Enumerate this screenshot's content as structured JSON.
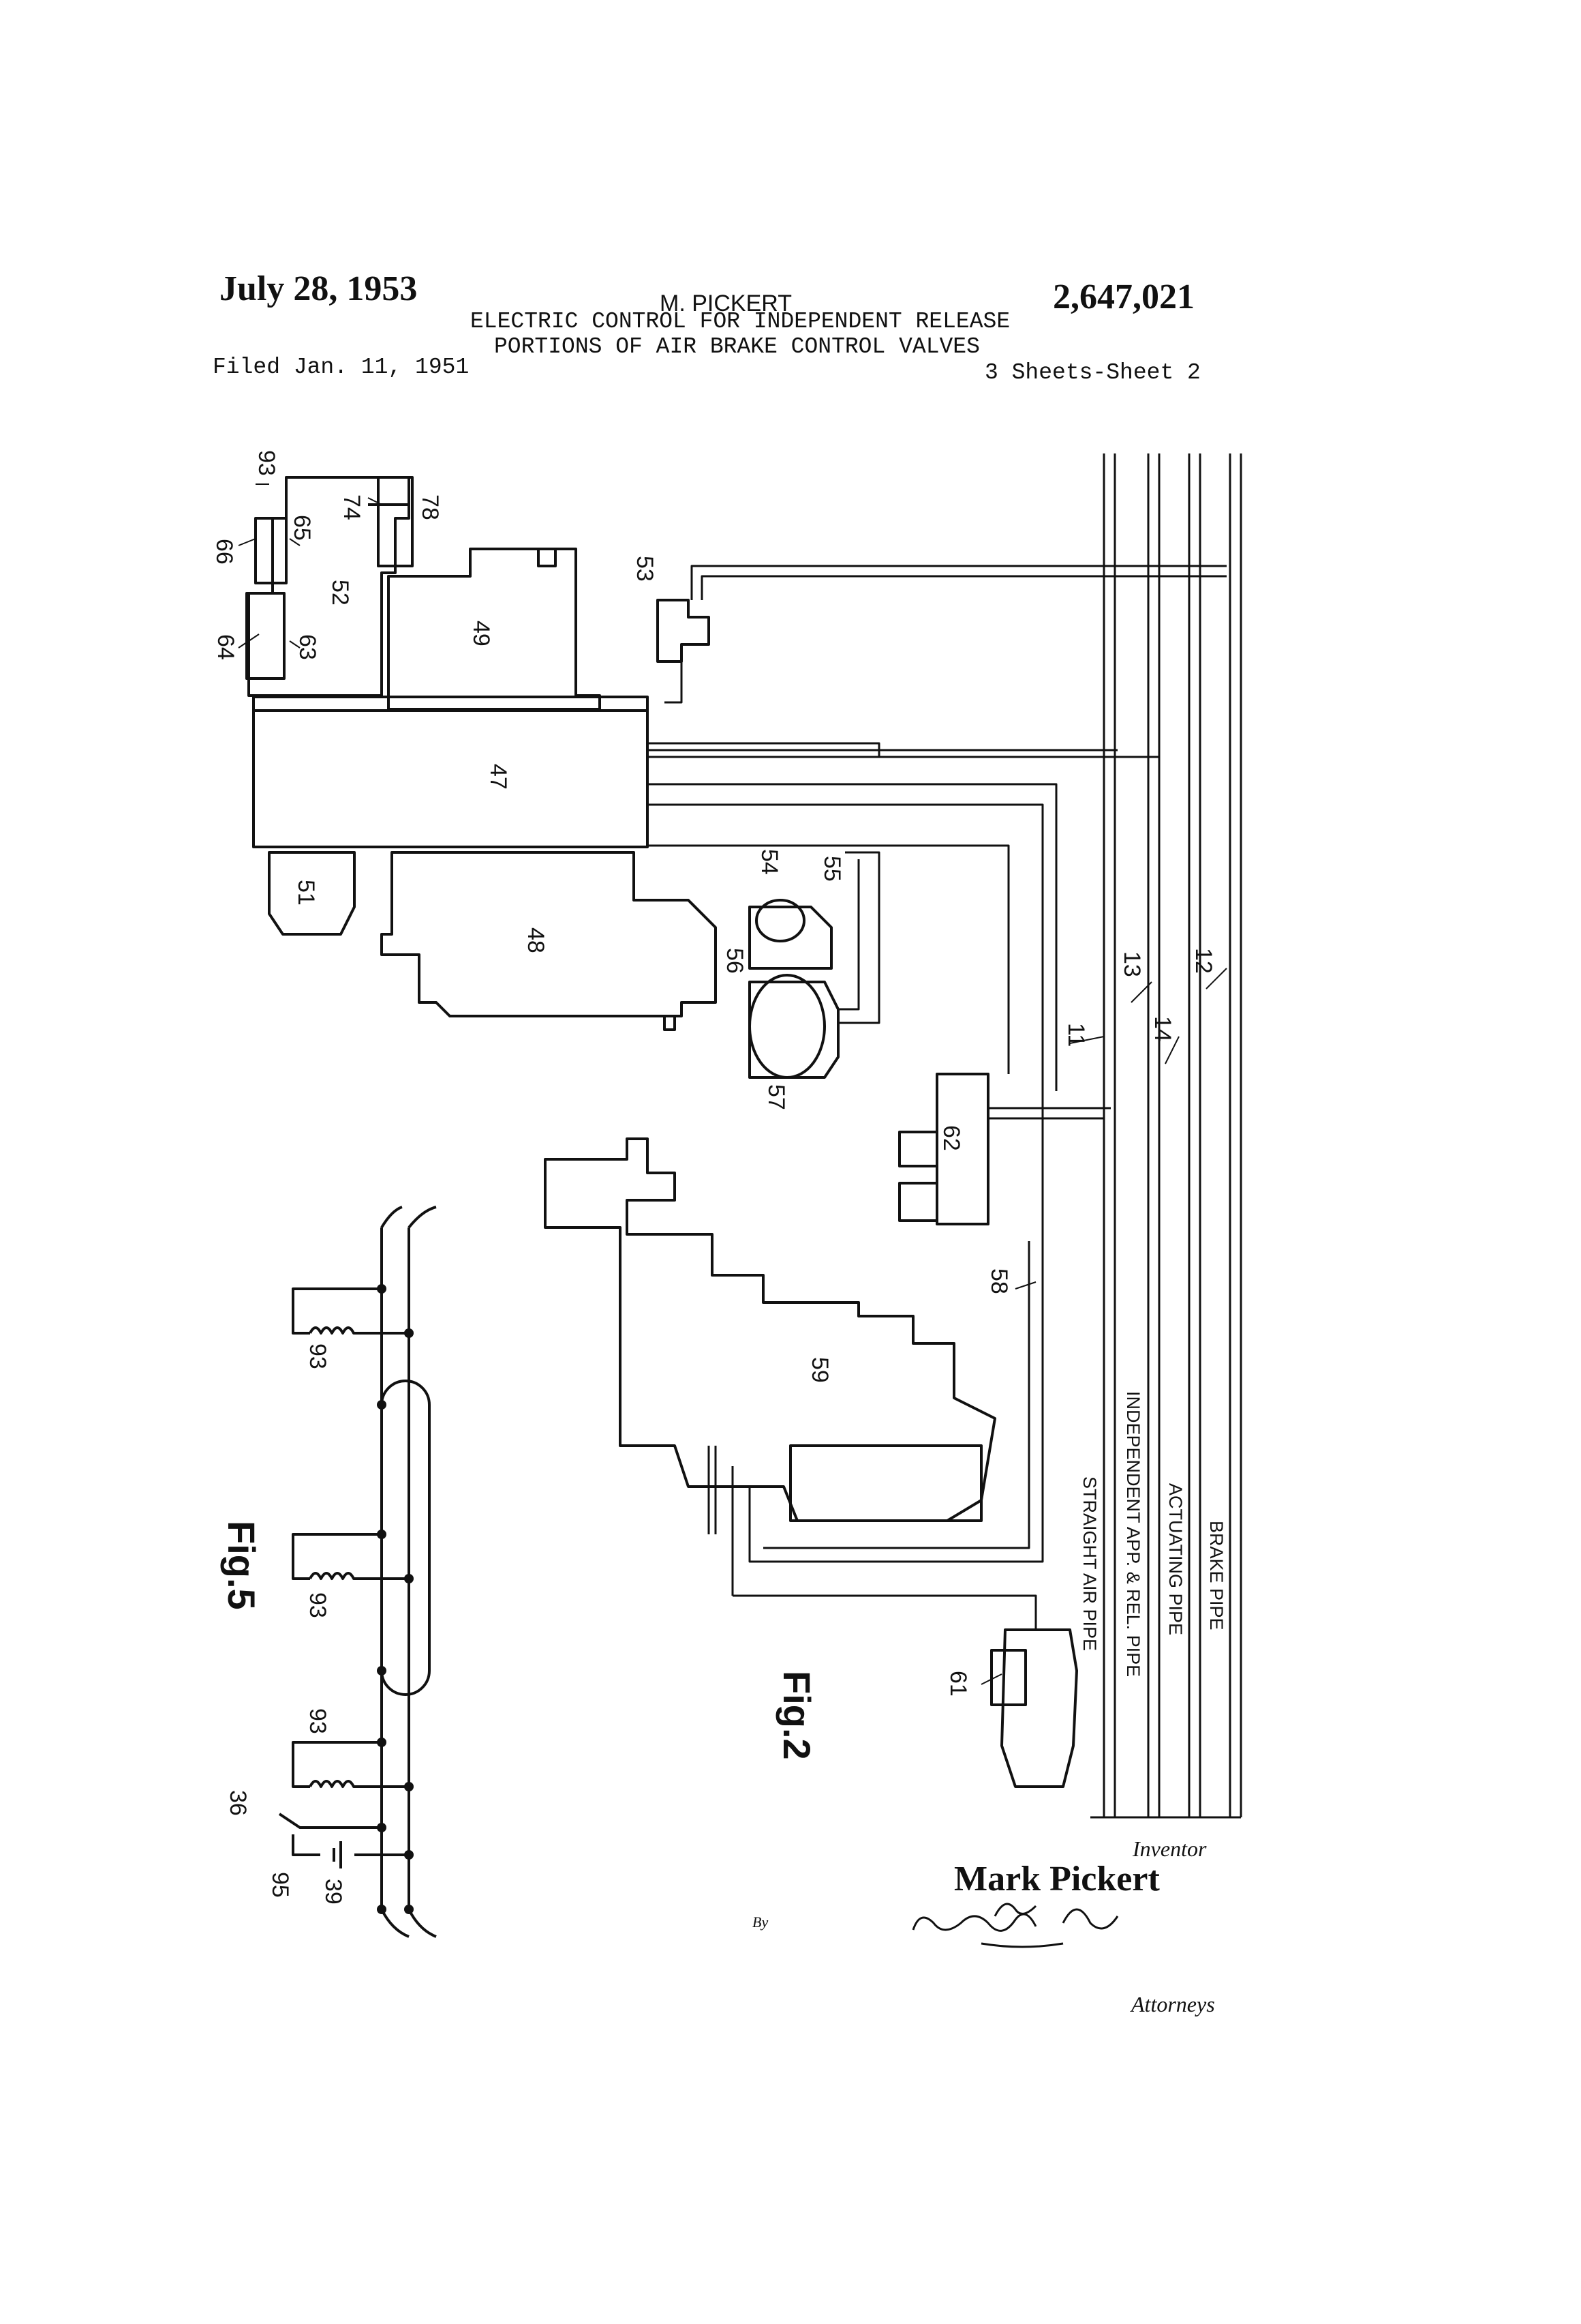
{
  "header": {
    "date": "July 28, 1953",
    "inventor_name": "M. PICKERT",
    "patent_number": "2,647,021",
    "title_line1": "ELECTRIC CONTROL FOR INDEPENDENT RELEASE",
    "title_line2": "PORTIONS OF AIR BRAKE CONTROL VALVES",
    "filed": "Filed Jan. 11, 1951",
    "sheets": "3 Sheets-Sheet 2"
  },
  "figures": {
    "fig5": "Fig.5",
    "fig2": "Fig.2"
  },
  "reference_numerals": {
    "n93": "93",
    "n74": "74",
    "n78": "78",
    "n66": "66",
    "n65": "65",
    "n52": "52",
    "n64": "64",
    "n63": "63",
    "n49": "49",
    "n53": "53",
    "n47": "47",
    "n51": "51",
    "n48": "48",
    "n54": "54",
    "n55": "55",
    "n56": "56",
    "n57": "57",
    "n62": "62",
    "n11": "11",
    "n13": "13",
    "n14": "14",
    "n12": "12",
    "n58": "58",
    "n59": "59",
    "n61": "61",
    "n36": "36",
    "n95": "95",
    "n39": "39"
  },
  "pipe_labels": {
    "straight_air": "STRAIGHT AIR PIPE",
    "independent": "INDEPENDENT APP. & REL. PIPE",
    "actuating": "ACTUATING PIPE",
    "brake": "BRAKE PIPE"
  },
  "signature_block": {
    "inventor_label": "Inventor",
    "inventor": "Mark Pickert",
    "by": "By",
    "attorneys_label": "Attorneys"
  }
}
